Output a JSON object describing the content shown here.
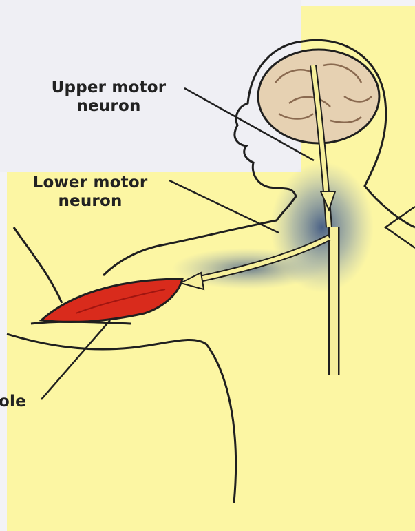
{
  "labels": {
    "upper_motor_neuron": [
      "Upper motor",
      "neuron"
    ],
    "lower_motor_neuron": [
      "Lower motor",
      "neuron"
    ],
    "muscle_partial": "ole"
  },
  "colors": {
    "background": "#fcf6a3",
    "frame_top": "#f3f3f7",
    "outline": "#1f1f1f",
    "brain": "#e6d1b2",
    "muscle": "#d92b1c",
    "nerve_pathway": "#f6ef9c",
    "nerve_shadow": "#40588a",
    "label_text": "#222222"
  }
}
